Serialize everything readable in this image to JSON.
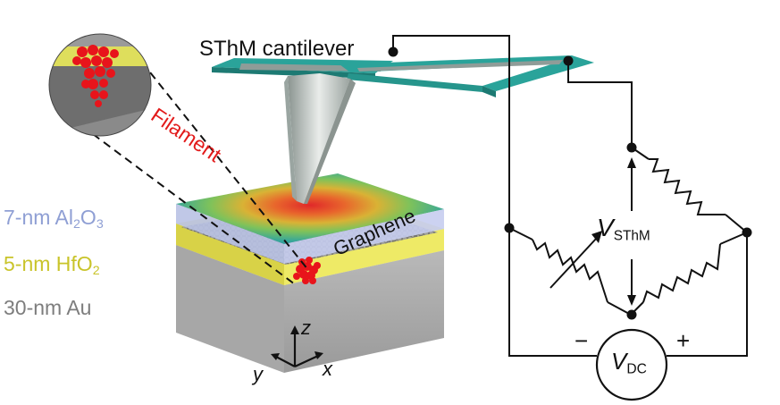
{
  "labels": {
    "cantilever": "SThM cantilever",
    "filament": "Filament",
    "graphene": "Graphene",
    "al2o3_prefix": "7-nm Al",
    "al2o3_sub1": "2",
    "al2o3_mid": "O",
    "al2o3_sub2": "3",
    "hfo2_prefix": "5-nm HfO",
    "hfo2_sub": "2",
    "au": "30-nm Au",
    "vsthm_main": "V",
    "vsthm_sub": "SThM",
    "vdc_main": "V",
    "vdc_sub": "DC",
    "minus": "−",
    "plus": "+",
    "axis_z": "z",
    "axis_x": "x",
    "axis_y": "y"
  },
  "colors": {
    "al2o3": "#8f9fd4",
    "hfo2": "#c9c42a",
    "au": "#7d7d7d",
    "filament": "#e21a1a",
    "cantilever": "#2aa39a"
  }
}
